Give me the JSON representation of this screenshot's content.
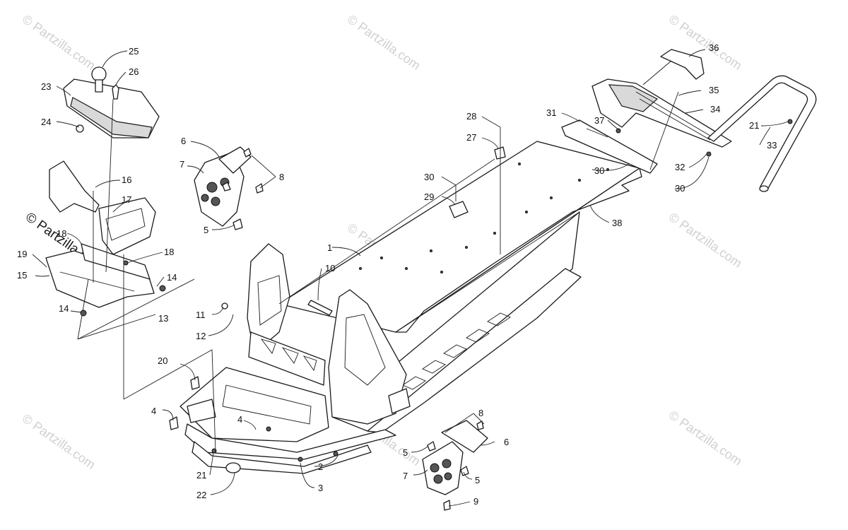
{
  "watermark": {
    "text": "© Partzilla.com",
    "color": "#d0d0d0"
  },
  "callouts": [
    {
      "label": "1"
    },
    {
      "label": "2"
    },
    {
      "label": "3"
    },
    {
      "label": "4"
    },
    {
      "label": "4"
    },
    {
      "label": "5"
    },
    {
      "label": "5"
    },
    {
      "label": "5"
    },
    {
      "label": "6"
    },
    {
      "label": "6"
    },
    {
      "label": "7"
    },
    {
      "label": "7"
    },
    {
      "label": "8"
    },
    {
      "label": "8"
    },
    {
      "label": "9"
    },
    {
      "label": "10"
    },
    {
      "label": "11"
    },
    {
      "label": "12"
    },
    {
      "label": "13"
    },
    {
      "label": "14"
    },
    {
      "label": "14"
    },
    {
      "label": "15"
    },
    {
      "label": "16"
    },
    {
      "label": "17"
    },
    {
      "label": "18"
    },
    {
      "label": "18"
    },
    {
      "label": "19"
    },
    {
      "label": "20"
    },
    {
      "label": "21"
    },
    {
      "label": "21"
    },
    {
      "label": "22"
    },
    {
      "label": "23"
    },
    {
      "label": "24"
    },
    {
      "label": "25"
    },
    {
      "label": "26"
    },
    {
      "label": "27"
    },
    {
      "label": "28"
    },
    {
      "label": "29"
    },
    {
      "label": "30"
    },
    {
      "label": "30"
    },
    {
      "label": "30"
    },
    {
      "label": "31"
    },
    {
      "label": "32"
    },
    {
      "label": "33"
    },
    {
      "label": "34"
    },
    {
      "label": "35"
    },
    {
      "label": "36"
    },
    {
      "label": "37"
    },
    {
      "label": "38"
    }
  ]
}
